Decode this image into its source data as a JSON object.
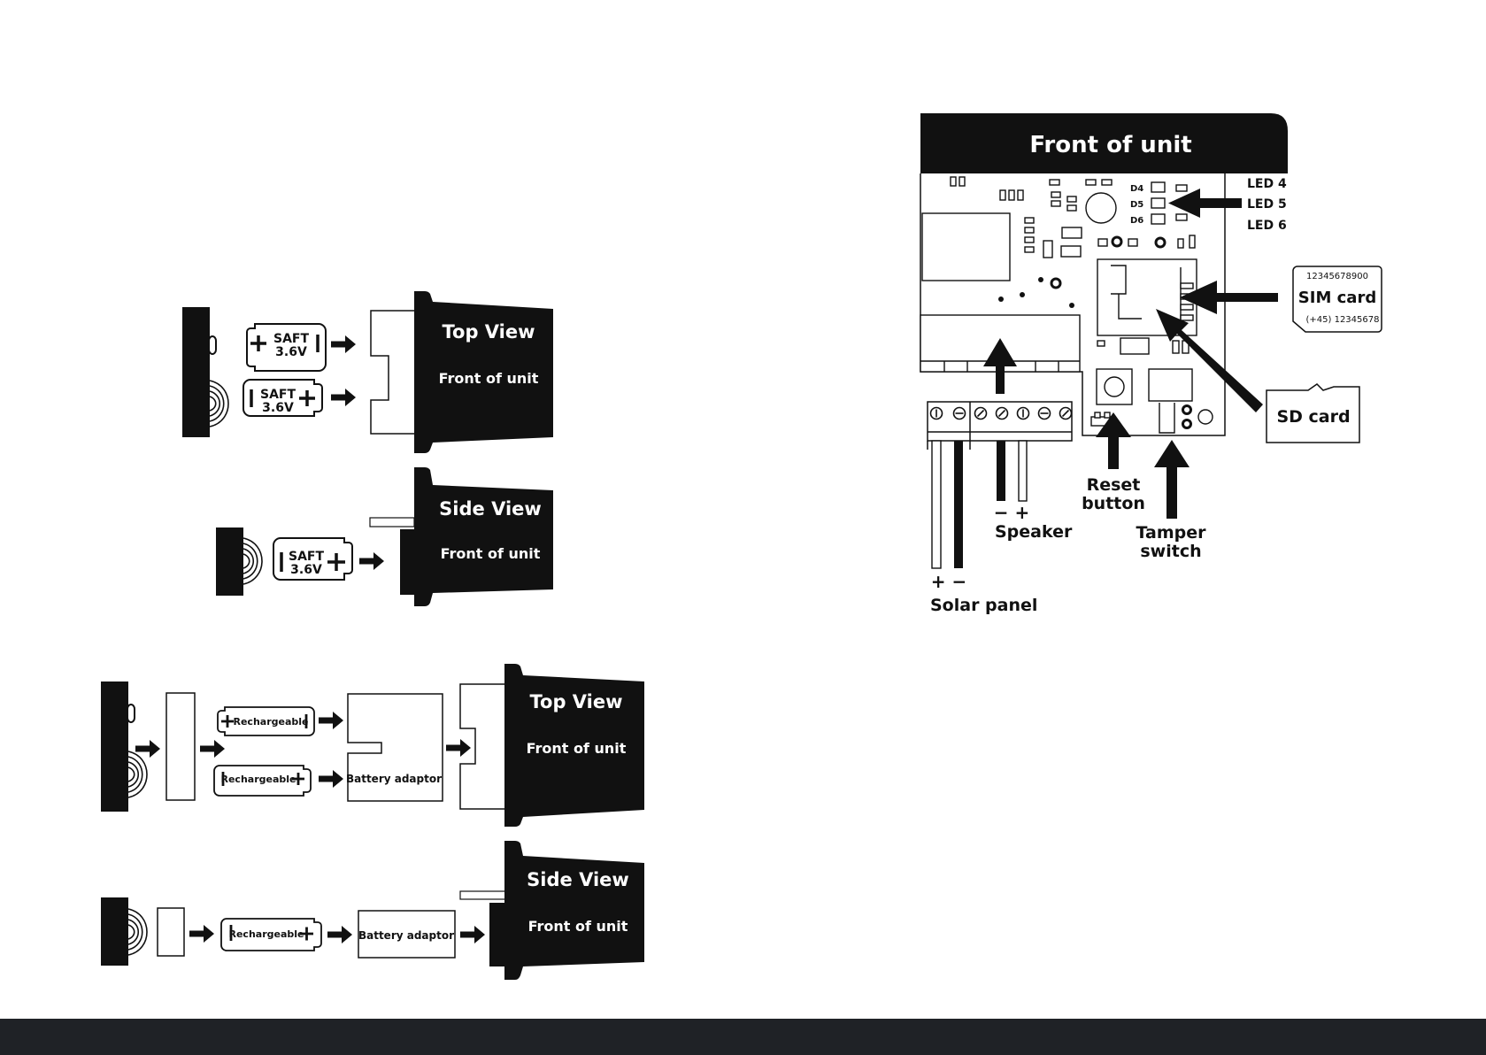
{
  "unit": {
    "top_view_label": "Top View",
    "side_view_label": "Side View",
    "front_of_unit_label": "Front of unit"
  },
  "battery": {
    "brand": "SAFT",
    "voltage": "3.6V",
    "rechargeable_label": "Rechargeable",
    "adaptor_label": "Battery adaptor"
  },
  "board": {
    "title": "Front of unit",
    "led_labels": [
      "LED 4",
      "LED 5",
      "LED 6"
    ],
    "board_markings": [
      "D4",
      "D5",
      "D6"
    ],
    "sim_card": {
      "number": "12345678900",
      "label": "SIM card",
      "phone": "(+45) 12345678"
    },
    "sd_card_label": "SD card",
    "reset_label_line1": "Reset",
    "reset_label_line2": "button",
    "tamper_label_line1": "Tamper",
    "tamper_label_line2": "switch",
    "speaker_label": "Speaker",
    "speaker_polarity": "− +",
    "solar_label": "Solar panel",
    "solar_polarity": "+ −"
  },
  "colors": {
    "ink": "#111111",
    "paper": "#ffffff",
    "footer": "#1f2226"
  }
}
